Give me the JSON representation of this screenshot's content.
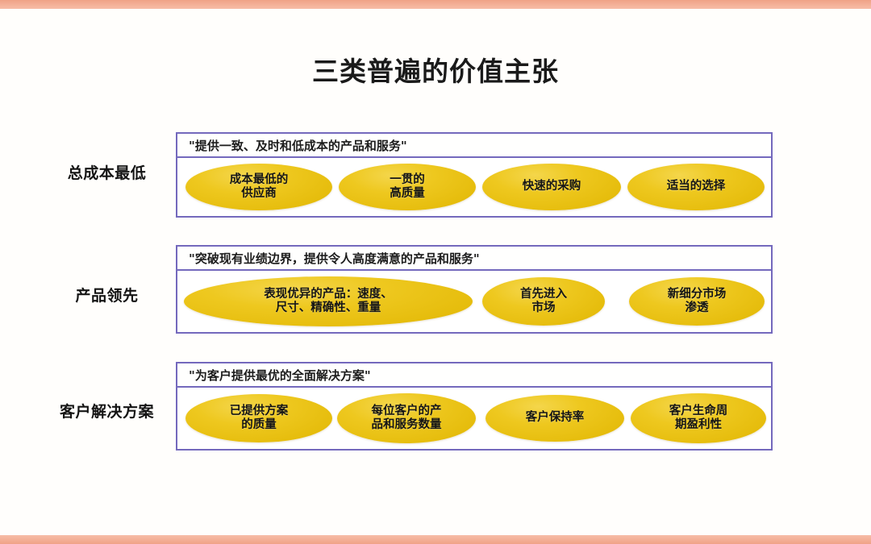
{
  "slide": {
    "title": "三类普遍的价值主张",
    "accent_border_color": "#7469bd",
    "ellipse_color": "#eec81f",
    "edge_band_color": "#f2a98e",
    "background_color": "#fffefb"
  },
  "rows": [
    {
      "label": "总成本最低",
      "quote": "\"提供一致、及时和低成本的产品和服务\"",
      "ellipses": [
        "成本最低的\n供应商",
        "一贯的\n高质量",
        "快速的采购",
        "适当的选择"
      ]
    },
    {
      "label": "产品领先",
      "quote": "\"突破现有业绩边界，提供令人高度满意的产品和服务\"",
      "ellipses": [
        "表现优异的产品：速度、\n尺寸、精确性、重量",
        "首先进入\n市场",
        "新细分市场\n渗透"
      ]
    },
    {
      "label": "客户解决方案",
      "quote": "\"为客户提供最优的全面解决方案\"",
      "ellipses": [
        "已提供方案\n的质量",
        "每位客户的产\n品和服务数量",
        "客户保持率",
        "客户生命周\n期盈利性"
      ]
    }
  ]
}
